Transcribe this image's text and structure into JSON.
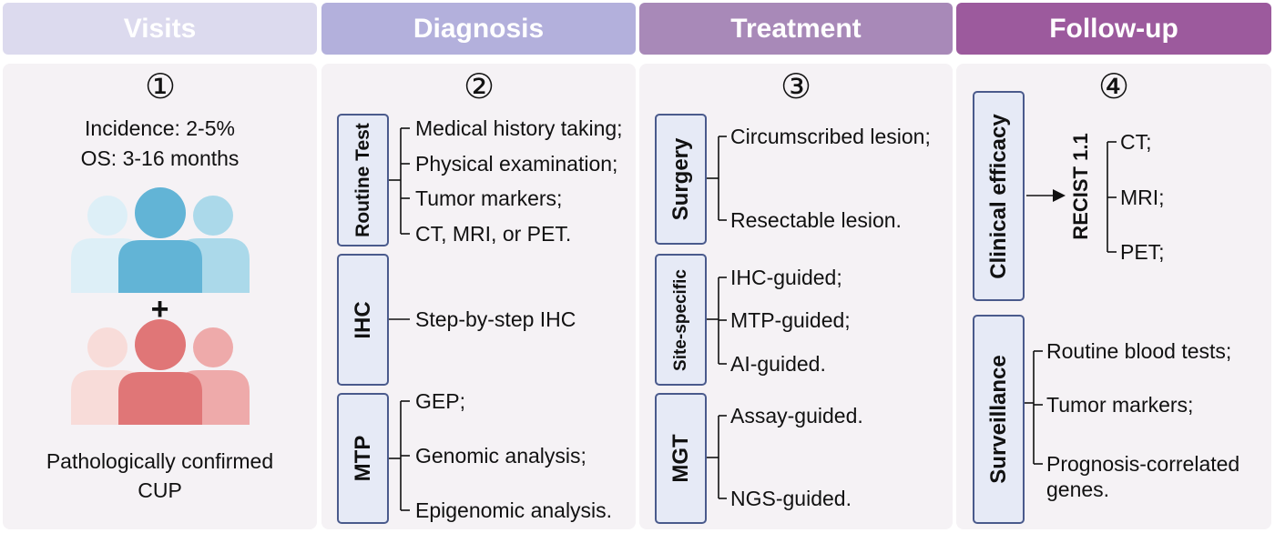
{
  "headers": [
    "Visits",
    "Diagnosis",
    "Treatment",
    "Follow-up"
  ],
  "numbers": [
    "①",
    "②",
    "③",
    "④"
  ],
  "visits": {
    "incidence": "Incidence: 2-5%",
    "os": "OS: 3-16 months",
    "plus": "+",
    "caption_line1": "Pathologically confirmed",
    "caption_line2": "CUP"
  },
  "diagnosis": {
    "routine": {
      "label": "Routine Test",
      "items": [
        "Medical history taking;",
        "Physical examination;",
        "Tumor markers;",
        "CT, MRI, or PET."
      ]
    },
    "ihc": {
      "label": "IHC",
      "items": [
        "Step-by-step IHC"
      ]
    },
    "mtp": {
      "label": "MTP",
      "items": [
        "GEP;",
        "Genomic analysis;",
        "Epigenomic analysis."
      ]
    }
  },
  "treatment": {
    "surgery": {
      "label": "Surgery",
      "items": [
        "Circumscribed lesion;",
        "Resectable lesion."
      ]
    },
    "site": {
      "label": "Site-specific",
      "items": [
        "IHC-guided;",
        "MTP-guided;",
        "AI-guided."
      ]
    },
    "mgt": {
      "label": "MGT",
      "items": [
        "Assay-guided.",
        "NGS-guided."
      ]
    }
  },
  "followup": {
    "efficacy": {
      "label": "Clinical efficacy",
      "recist": "RECIST 1.1",
      "items": [
        "CT;",
        "MRI;",
        "PET;"
      ]
    },
    "surveillance": {
      "label": "Surveillance",
      "items": [
        "Routine blood tests;",
        "Tumor markers;",
        "Prognosis-correlated",
        "genes."
      ]
    }
  },
  "colors": {
    "header_visits": "#dcdaee",
    "header_diagnosis": "#b3b0dc",
    "header_treatment": "#a889b8",
    "header_followup": "#9c5a9d",
    "people_blue": "#62b4d6",
    "people_red": "#e07677"
  }
}
